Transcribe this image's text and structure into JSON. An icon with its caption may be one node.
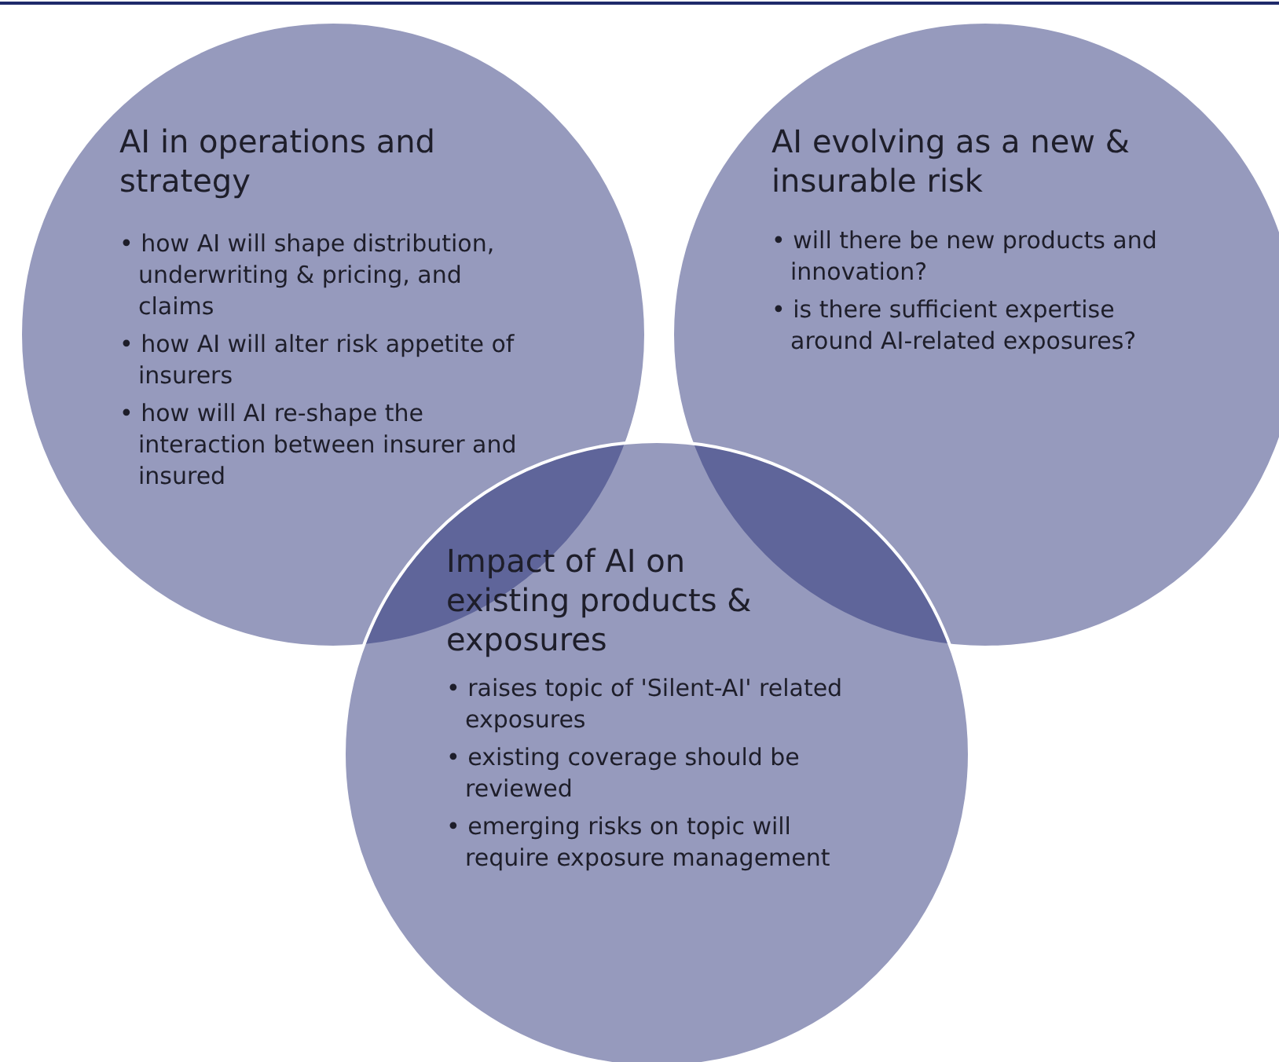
{
  "diagram": {
    "nodes": [
      {
        "text": [
          "AI in operations and strategy",
          "• how AI will shape distribution, underwriting & pricing, and claims",
          "• how AI will alter risk appetite of insurers",
          "• how will AI re-shape the interaction between insurer and insured"
        ]
      },
      {
        "text": [
          "AI evolving as a new & insurable risk",
          "• will there be new products and innovation?",
          "• is there sufficient expertise around AI-related exposures?"
        ]
      },
      {
        "text": [
          "Impact of AI on existing products & exposures",
          "• raises topic of 'Silent-AI' related exposures",
          "• existing coverage should be reviewed",
          "• emerging risks on topic will require exposure management"
        ]
      }
    ]
  }
}
